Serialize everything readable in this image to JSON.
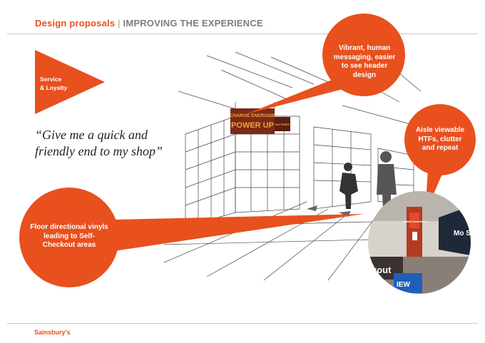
{
  "header": {
    "title": "Design proposals",
    "separator": "|",
    "subtitle": "IMPROVING THE EXPERIENCE"
  },
  "category_label_line1": "Service",
  "category_label_line2": "& Loyalty",
  "quote": "“Give me a quick and friendly end to my shop”",
  "callouts": {
    "header": "Vibrant, human messaging, easier to see header design",
    "aisle": "Aisle viewable HTFs, clutter and repeat",
    "floor": "Floor directional vinyls leading to Self-Checkout areas"
  },
  "sign": {
    "line1": "CHARGE ENERGISE",
    "line2": "POWER UP",
    "side": "BATTERIES"
  },
  "inset_signs": {
    "hanging": "Mobile Scan&Go",
    "edge": "Mo Sca",
    "lower": "kout",
    "blue": "IEW"
  },
  "footer": {
    "brand": "Sainsbury's"
  },
  "colors": {
    "accent": "#e8501e",
    "sign_panel": "#7a2a16",
    "text_dark": "#222222",
    "subtitle_grey": "#7d7d7d"
  }
}
